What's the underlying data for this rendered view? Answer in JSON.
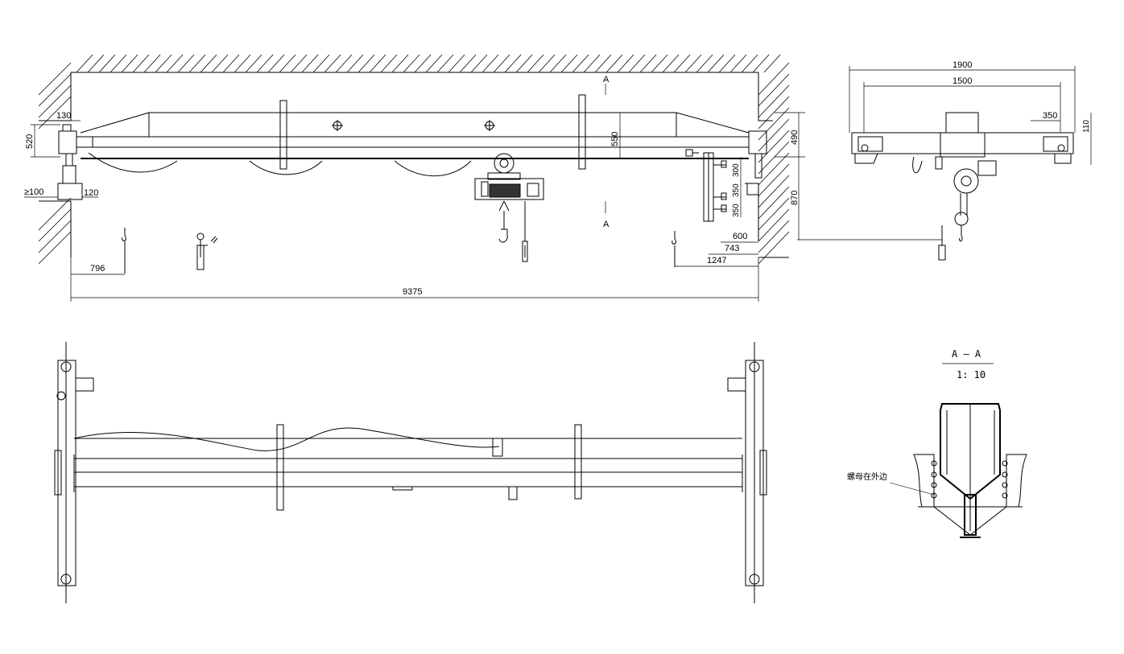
{
  "dimensions": {
    "span": "9375",
    "left_hook_offset": "796",
    "end_offset_130": "130",
    "height_520": "520",
    "gap_100": "≥100",
    "rail_120": "120",
    "girder_550": "550",
    "hoist_490": "490",
    "clear_870": "870",
    "cable_300": "300",
    "cable_350a": "350",
    "cable_350b": "350",
    "right_600": "600",
    "right_743": "743",
    "right_1247": "1247",
    "width_1900": "1900",
    "width_1500": "1500",
    "wheel_350": "350",
    "wheel_110": "110"
  },
  "section": {
    "marker_top": "A",
    "marker_bottom": "A",
    "title": "A — A",
    "scale": "1: 10",
    "note": "螺母在外边"
  }
}
